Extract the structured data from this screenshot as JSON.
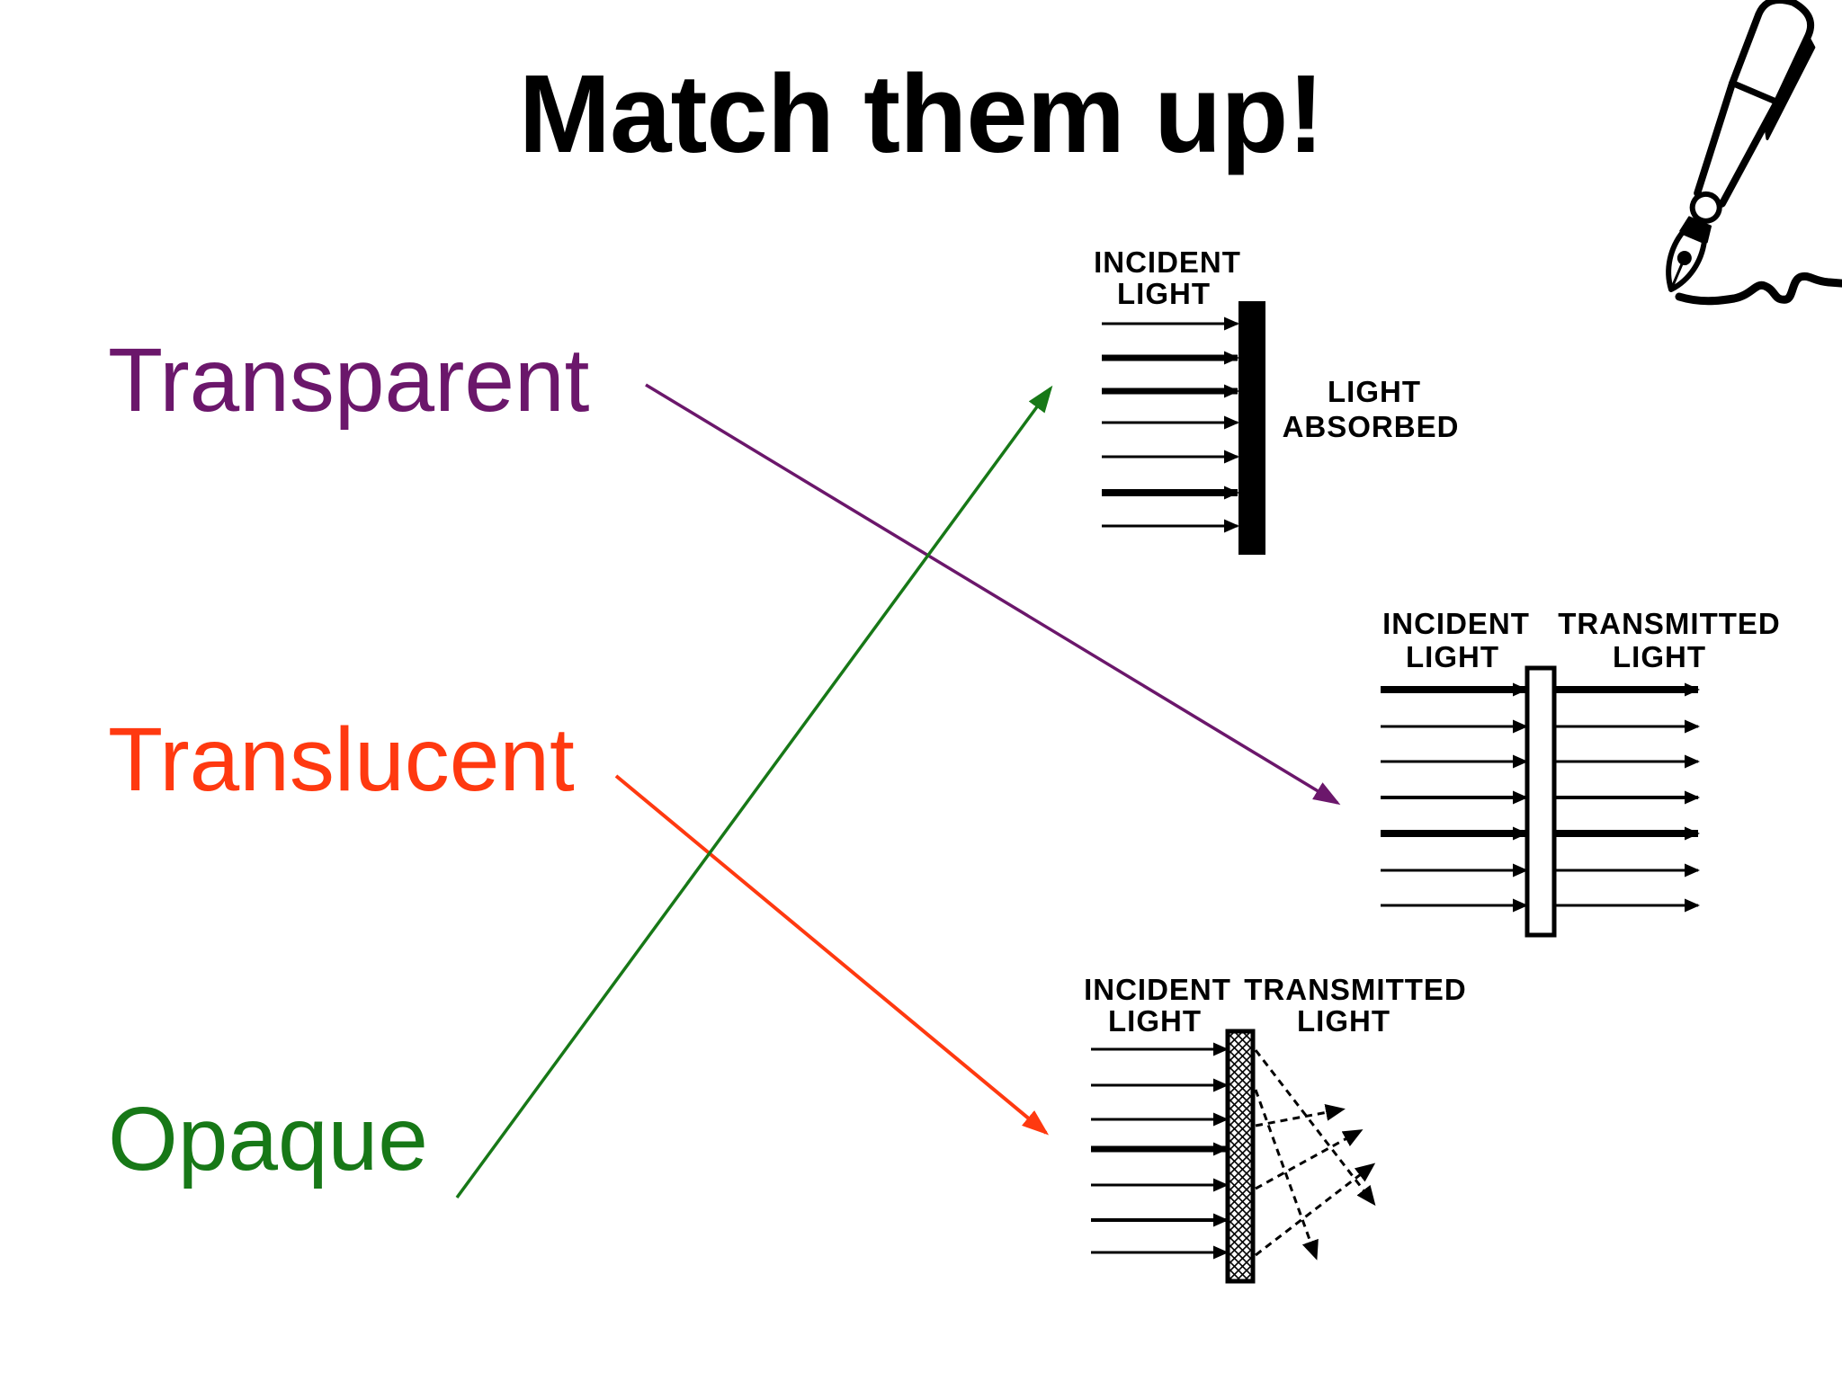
{
  "slide": {
    "title": "Match them up!"
  },
  "terms": [
    {
      "label": "Transparent",
      "color": "#6B176B"
    },
    {
      "label": "Translucent",
      "color": "#FF3910"
    },
    {
      "label": "Opaque",
      "color": "#177817"
    }
  ],
  "diagrams": {
    "absorbed": {
      "incident_line1": "INCIDENT",
      "incident_line2": "LIGHT",
      "result_line1": "LIGHT",
      "result_line2": "ABSORBED"
    },
    "transparent": {
      "incident_line1": "INCIDENT",
      "incident_line2": "LIGHT",
      "transmitted_line1": "TRANSMITTED",
      "transmitted_line2": "LIGHT"
    },
    "translucent": {
      "incident_line1": "INCIDENT",
      "incident_line2": "LIGHT",
      "transmitted_line1": "TRANSMITTED",
      "transmitted_line2": "LIGHT"
    }
  },
  "connections": [
    {
      "term": "Transparent",
      "matches_diagram": "light-transmitted-diagram",
      "color": "#6B176B"
    },
    {
      "term": "Translucent",
      "matches_diagram": "light-scattered-diagram",
      "color": "#FF3910"
    },
    {
      "term": "Opaque",
      "matches_diagram": "light-absorbed-diagram",
      "color": "#177817"
    }
  ],
  "icons": {
    "pen": "fountain-pen-writing"
  }
}
